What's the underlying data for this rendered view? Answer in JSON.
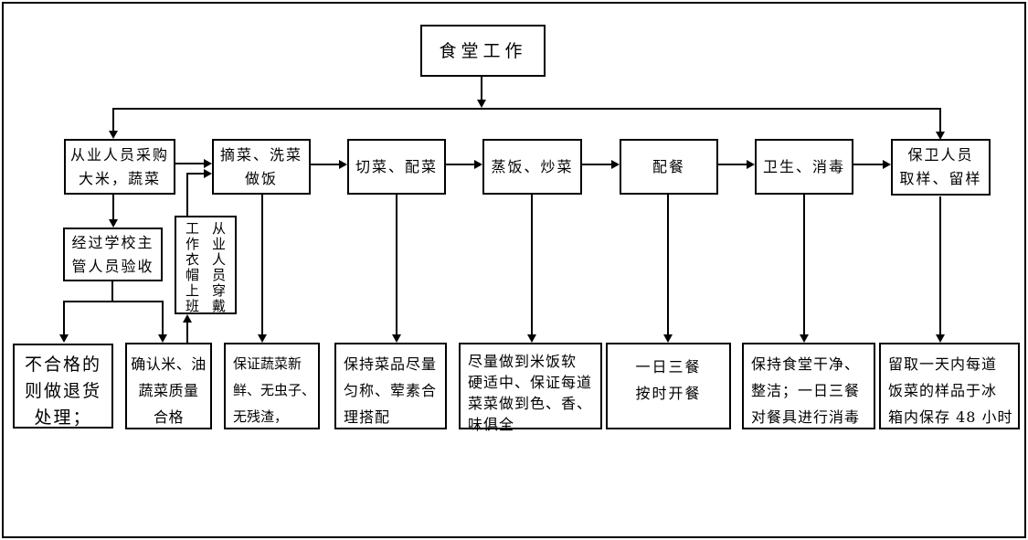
{
  "flowchart": {
    "title": "食堂工作",
    "row1": [
      {
        "lines": [
          "从业人员采购",
          "大米，蔬菜"
        ]
      },
      {
        "lines": [
          "摘菜、洗菜",
          "做饭"
        ]
      },
      {
        "lines": [
          "切菜、配菜"
        ]
      },
      {
        "lines": [
          "蒸饭、炒菜"
        ]
      },
      {
        "lines": [
          "配餐"
        ]
      },
      {
        "lines": [
          "卫生、消毒"
        ]
      },
      {
        "lines": [
          "保卫人员",
          "取样、留样"
        ]
      }
    ],
    "mid": {
      "acceptance": {
        "lines": [
          "经过学校主",
          "管人员验收"
        ]
      },
      "uniform": {
        "columns": [
          "工作衣帽上班",
          "从业人员穿戴"
        ]
      }
    },
    "bottom": [
      {
        "lines": [
          "不合格的",
          "则做退货",
          "处理；"
        ]
      },
      {
        "lines": [
          "确认米、油",
          "蔬菜质量",
          "合格"
        ]
      },
      {
        "lines": [
          "保证蔬菜新",
          "鲜、无虫子、",
          "无残渣，"
        ]
      },
      {
        "lines": [
          "保持菜品尽量",
          "匀称、荤素合",
          "理搭配"
        ]
      },
      {
        "lines": [
          "尽量做到米饭软",
          "硬适中、保证每道",
          "菜菜做到色、香、",
          "味俱全"
        ]
      },
      {
        "lines": [
          "一日三餐",
          "按时开餐"
        ]
      },
      {
        "lines": [
          "保持食堂干净、",
          "整洁；一日三餐",
          "对餐具进行消毒"
        ]
      },
      {
        "lines": [
          "留取一天内每道",
          "饭菜的样品于冰",
          "箱内保存 48 小时"
        ]
      }
    ],
    "colors": {
      "line": "#000000",
      "background": "#ffffff"
    }
  }
}
